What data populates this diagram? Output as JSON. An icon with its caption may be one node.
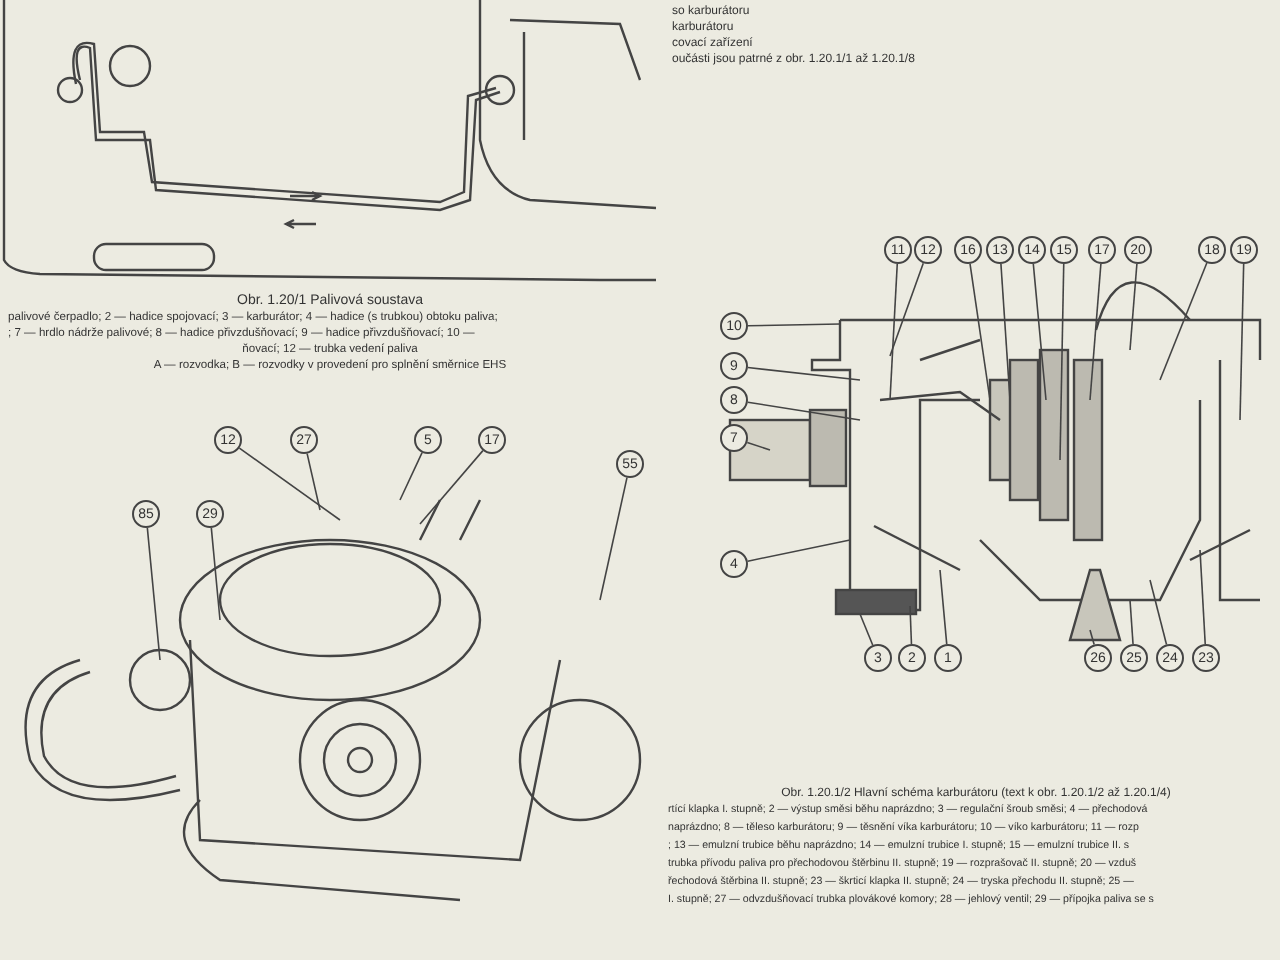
{
  "diagram": {
    "nodes": [
      {
        "text": [
          "12"
        ]
      },
      {
        "text": [
          "27"
        ]
      },
      {
        "text": [
          "5"
        ]
      },
      {
        "text": [
          "17"
        ]
      },
      {
        "text": [
          "55"
        ]
      },
      {
        "text": [
          "85"
        ]
      },
      {
        "text": [
          "29"
        ]
      },
      {
        "text": [
          "11"
        ]
      },
      {
        "text": [
          "12"
        ]
      },
      {
        "text": [
          "16"
        ]
      },
      {
        "text": [
          "13"
        ]
      },
      {
        "text": [
          "14"
        ]
      },
      {
        "text": [
          "15"
        ]
      },
      {
        "text": [
          "17"
        ]
      },
      {
        "text": [
          "20"
        ]
      },
      {
        "text": [
          "18"
        ]
      },
      {
        "text": [
          "19"
        ]
      },
      {
        "text": [
          "10"
        ]
      },
      {
        "text": [
          "9"
        ]
      },
      {
        "text": [
          "8"
        ]
      },
      {
        "text": [
          "7"
        ]
      },
      {
        "text": [
          "4"
        ]
      },
      {
        "text": [
          "3"
        ]
      },
      {
        "text": [
          "2"
        ]
      },
      {
        "text": [
          "1"
        ]
      },
      {
        "text": [
          "26"
        ]
      },
      {
        "text": [
          "25"
        ]
      },
      {
        "text": [
          "24"
        ]
      },
      {
        "text": [
          "23"
        ]
      }
    ],
    "edges": [
      {
        "from": 0,
        "to": null,
        "arrow": "none"
      },
      {
        "from": 1,
        "to": null,
        "arrow": "none"
      },
      {
        "from": 2,
        "to": null,
        "arrow": "none"
      },
      {
        "from": 3,
        "to": null,
        "arrow": "none"
      },
      {
        "from": 4,
        "to": null,
        "arrow": "none"
      },
      {
        "from": 5,
        "to": null,
        "arrow": "none"
      },
      {
        "from": 6,
        "to": null,
        "arrow": "none"
      },
      {
        "from": 7,
        "to": null,
        "arrow": "none"
      },
      {
        "from": 8,
        "to": null,
        "arrow": "none"
      },
      {
        "from": 9,
        "to": null,
        "arrow": "none"
      },
      {
        "from": 10,
        "to": null,
        "arrow": "none"
      },
      {
        "from": 11,
        "to": null,
        "arrow": "none"
      },
      {
        "from": 12,
        "to": null,
        "arrow": "none"
      },
      {
        "from": 13,
        "to": null,
        "arrow": "none"
      },
      {
        "from": 14,
        "to": null,
        "arrow": "none"
      },
      {
        "from": 15,
        "to": null,
        "arrow": "none"
      },
      {
        "from": 16,
        "to": null,
        "arrow": "none"
      },
      {
        "from": 17,
        "to": null,
        "arrow": "none"
      },
      {
        "from": 18,
        "to": null,
        "arrow": "none"
      },
      {
        "from": 19,
        "to": null,
        "arrow": "none"
      },
      {
        "from": 20,
        "to": null,
        "arrow": "none"
      },
      {
        "from": 21,
        "to": null,
        "arrow": "none"
      },
      {
        "from": 22,
        "to": null,
        "arrow": "none"
      },
      {
        "from": 23,
        "to": null,
        "arrow": "none"
      },
      {
        "from": 24,
        "to": null,
        "arrow": "none"
      },
      {
        "from": 25,
        "to": null,
        "arrow": "none"
      },
      {
        "from": 26,
        "to": null,
        "arrow": "none"
      },
      {
        "from": 27,
        "to": null,
        "arrow": "none"
      },
      {
        "from": 28,
        "to": null,
        "arrow": "none"
      }
    ],
    "labels": [
      "Obr. 1.20/1 Palivová soustava",
      "palivové čerpadlo; 2 — hadice spojovací; 3 — karburátor; 4 — hadice (s trubkou) obtoku paliva;",
      "; 7 — hrdlo nádrže palivové; 8 — hadice přivzdušňovací; 9 — hadice přivzdušňovací; 10 —",
      "ňovací; 12 — trubka vedení paliva",
      "A — rozvodka; B — rozvodky v provedení pro splnění směrnice EHS",
      "so karburátoru",
      "karburátoru",
      "covací zařízení",
      "oučásti jsou patrné z obr. 1.20.1/1 až 1.20.1/8",
      "Obr. 1.20.1/2 Hlavní schéma karburátoru (text k obr. 1.20.1/2 až 1.20.1/4)",
      "rtící klapka I. stupně; 2 — výstup směsi běhu naprázdno; 3 — regulační šroub směsi; 4 — přechodová",
      "naprázdno; 8 — těleso karburátoru; 9 — těsnění víka karburátoru; 10 — víko karburátoru; 11 — rozp",
      "; 13 — emulzní trubice běhu naprázdno; 14 — emulzní trubice I. stupně; 15 — emulzní trubice II. s",
      "trubka přívodu paliva pro přechodovou štěrbinu II. stupně; 19 — rozprašovač II. stupně; 20 — vzduš",
      "řechodová štěrbina II. stupně; 23 — škrticí klapka II. stupně; 24 — tryska přechodu II. stupně; 25 —",
      "I. stupně; 27 — odvzdušňovací trubka plovákové komory; 28 — jehlový ventil; 29 — přípojka paliva se s"
    ]
  }
}
